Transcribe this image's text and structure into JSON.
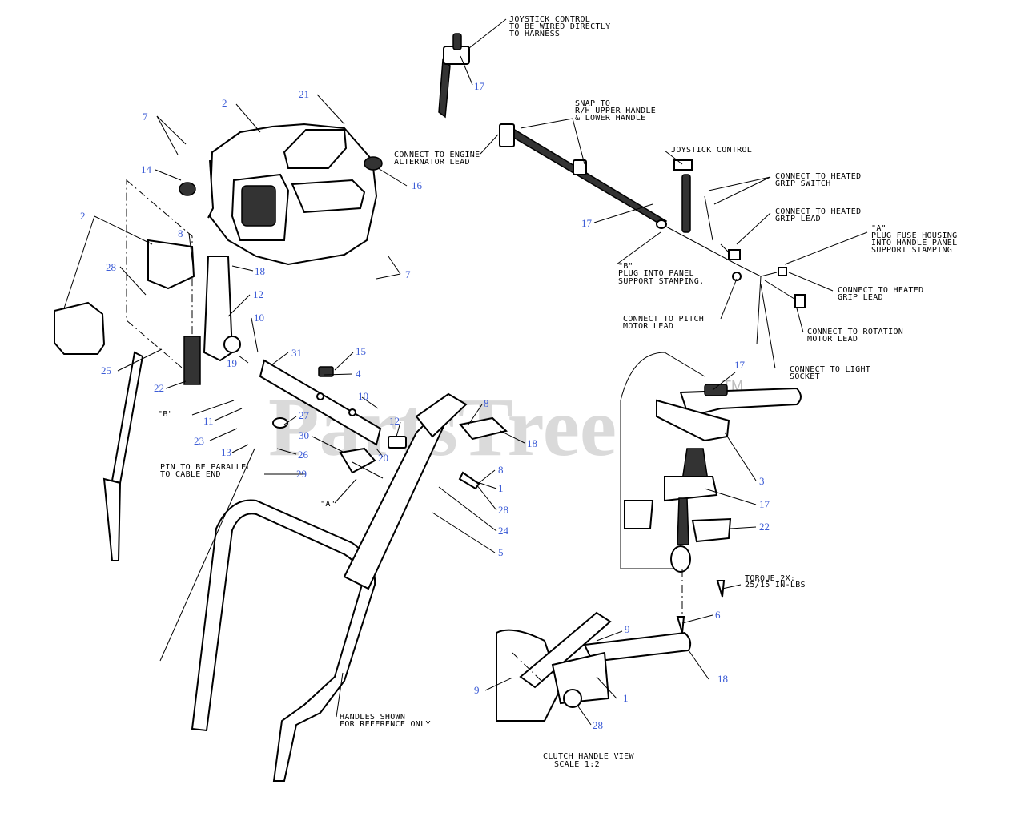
{
  "diagram": {
    "watermark": "PartsTree",
    "trademark": "TM",
    "callouts": {
      "joystick_wired": [
        "JOYSTICK CONTROL",
        "TO BE WIRED DIRECTLY",
        "TO HARNESS"
      ],
      "snap_to": [
        "SNAP TO",
        "R/H  UPPER HANDLE",
        "& LOWER HANDLE"
      ],
      "engine_alternator": [
        "CONNECT TO ENGINE",
        "ALTERNATOR LEAD"
      ],
      "joystick_control": [
        "JOYSTICK CONTROL"
      ],
      "heated_grip_switch": [
        "CONNECT TO HEATED",
        "GRIP SWITCH"
      ],
      "heated_grip_lead_1": [
        "CONNECT TO HEATED",
        "GRIP LEAD"
      ],
      "plug_a": [
        "\"A\"",
        "PLUG FUSE HOUSING",
        "INTO HANDLE PANEL",
        "SUPPORT STAMPING"
      ],
      "plug_b": [
        "\"B\"",
        "PLUG INTO PANEL",
        "SUPPORT STAMPING."
      ],
      "heated_grip_lead_2": [
        "CONNECT TO HEATED",
        "GRIP LEAD"
      ],
      "pitch_motor": [
        "CONNECT TO PITCH",
        "MOTOR LEAD"
      ],
      "rotation_motor": [
        "CONNECT TO ROTATION",
        "MOTOR LEAD"
      ],
      "light_socket": [
        "CONNECT TO LIGHT",
        "SOCKET"
      ],
      "pin_parallel": [
        "PIN TO BE PARALLEL",
        "TO CABLE END"
      ],
      "handles_shown": [
        "HANDLES SHOWN",
        "FOR REFERENCE ONLY"
      ],
      "torque": [
        "TORQUE 2X:",
        "25/15 IN-LBS"
      ],
      "clutch_view": [
        "CLUTCH HANDLE VIEW",
        "SCALE 1:2"
      ],
      "label_b": [
        "\"B\""
      ],
      "label_a": [
        "\"A\""
      ]
    },
    "part_numbers": {
      "p1": "1",
      "p2": "2",
      "p3": "3",
      "p4": "4",
      "p5": "5",
      "p6": "6",
      "p7": "7",
      "p8": "8",
      "p9": "9",
      "p10": "10",
      "p11": "11",
      "p12": "12",
      "p13": "13",
      "p14": "14",
      "p15": "15",
      "p16": "16",
      "p17": "17",
      "p18": "18",
      "p19": "19",
      "p20": "20",
      "p21": "21",
      "p22": "22",
      "p23": "23",
      "p24": "24",
      "p25": "25",
      "p26": "26",
      "p27": "27",
      "p28": "28",
      "p29": "29",
      "p30": "30",
      "p31": "31"
    },
    "colors": {
      "number_labels": "#3b5bd6",
      "lines": "#000000",
      "watermark": "#bdbdbd"
    }
  }
}
